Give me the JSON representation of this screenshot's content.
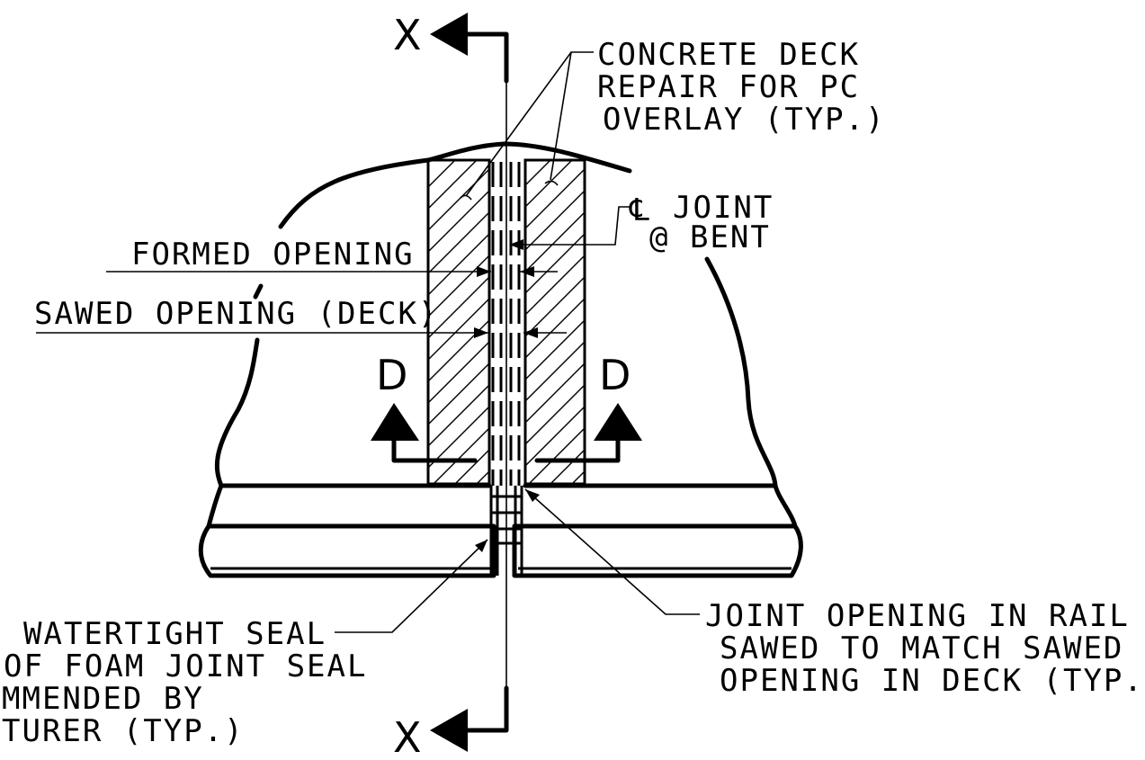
{
  "section_marks": {
    "top_letter": "X",
    "bottom_letter": "X",
    "left_letter": "D",
    "right_letter": "D"
  },
  "labels": {
    "concrete_repair": [
      "CONCRETE DECK",
      "REPAIR FOR PC",
      "OVERLAY (TYP.)"
    ],
    "cl_joint_symbol": "℄",
    "cl_joint": [
      "JOINT",
      "@ BENT"
    ],
    "formed_opening": "FORMED OPENING",
    "sawed_opening": "SAWED OPENING (DECK)",
    "watertight_seal": [
      "WATERTIGHT SEAL",
      "OF FOAM JOINT SEAL",
      "MMENDED BY",
      "TURER (TYP.)"
    ],
    "joint_opening_rail": [
      "JOINT OPENING IN RAIL",
      "SAWED TO MATCH SAWED",
      "OPENING IN DECK (TYP.)"
    ]
  },
  "colors": {
    "ink": "#000000",
    "paper": "#ffffff"
  }
}
